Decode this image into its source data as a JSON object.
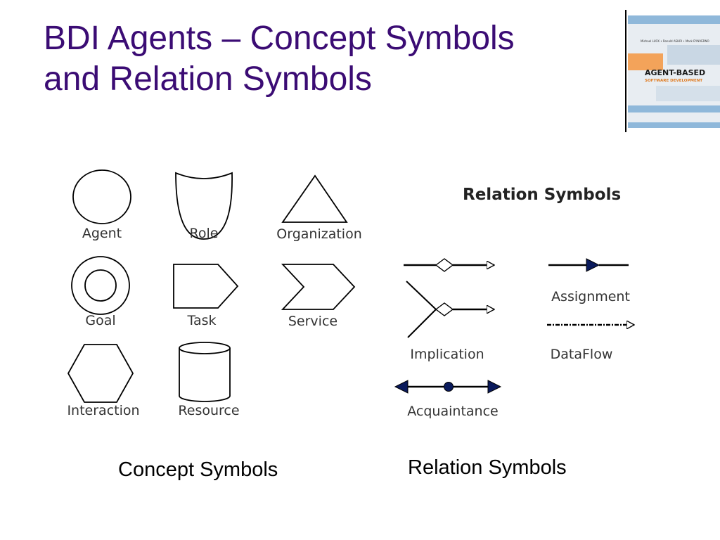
{
  "title": {
    "line1": "BDI Agents – Concept Symbols",
    "line2": "and Relation Symbols"
  },
  "book_cover": {
    "authors": "Michael LUCK • Ronald ASHRI • Mark D'INVERNO",
    "title": "AGENT-BASED",
    "subtitle": "SOFTWARE DEVELOPMENT",
    "colors": {
      "band": "#8fb8da",
      "accent": "#f3a35a",
      "panel": "#e8edf2"
    }
  },
  "concepts": {
    "agent": "Agent",
    "role": "Role",
    "organization": "Organization",
    "goal": "Goal",
    "task": "Task",
    "service": "Service",
    "interaction": "Interaction",
    "resource": "Resource"
  },
  "relations": {
    "heading": "Relation Symbols",
    "implication": "Implication",
    "assignment": "Assignment",
    "dataflow": "DataFlow",
    "acquaintance": "Acquaintance"
  },
  "captions": {
    "concept": "Concept Symbols",
    "relation": "Relation Symbols"
  },
  "colors": {
    "title": "#3b0c74",
    "arrow_fill": "#0a1a5c"
  }
}
